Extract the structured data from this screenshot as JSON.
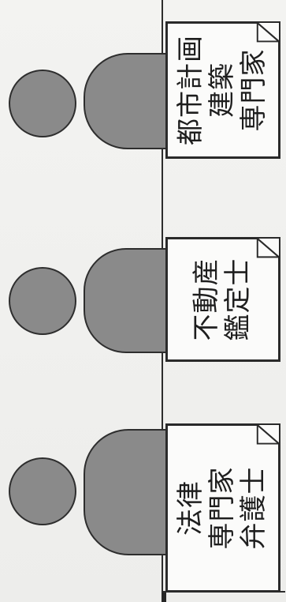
{
  "placards": [
    {
      "id": "urban",
      "lines": [
        "都市計画",
        "建築",
        "専門家"
      ]
    },
    {
      "id": "appraisal",
      "lines": [
        "不動産",
        "鑑定士"
      ]
    },
    {
      "id": "legal",
      "lines": [
        "法律",
        "専門家",
        "弁護士"
      ]
    }
  ],
  "colors": {
    "figure_fill": "#8a8a8a",
    "outline": "#2e2e2e",
    "placard_fill": "#fbfbfa",
    "background": "#f1f1ef"
  }
}
